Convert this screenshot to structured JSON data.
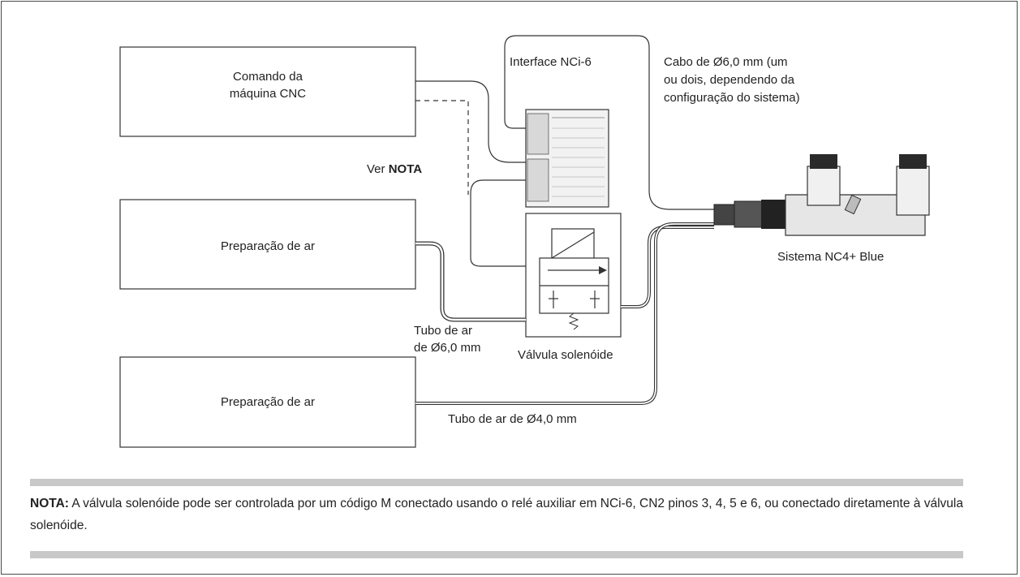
{
  "boxes": {
    "cnc": {
      "line1": "Comando da",
      "line2": "máquina CNC"
    },
    "air_prep_1": "Preparação de ar",
    "air_prep_2": "Preparação de ar"
  },
  "labels": {
    "interface": "Interface NCi-6",
    "cable_line1": "Cabo de Ø6,0 mm (um",
    "cable_line2": "ou dois, dependendo da",
    "cable_line3": "configuração do sistema)",
    "ver": "Ver ",
    "nota_ref": "NOTA",
    "system": "Sistema NC4+ Blue",
    "tube6_line1": "Tubo de ar",
    "tube6_line2": "de Ø6,0 mm",
    "valve": "Válvula solenóide",
    "tube4": "Tubo de ar de Ø4,0 mm"
  },
  "note": {
    "prefix": "NOTA:",
    "text": " A válvula solenóide pode ser controlada por um código M conectado usando o relé auxiliar em NCi-6, CN2 pinos 3, 4, 5 e 6, ou conectado diretamente à válvula solenóide."
  },
  "colors": {
    "line": "#333333",
    "note_bar": "#c8c8c8",
    "frame": "#4a4a4a"
  }
}
